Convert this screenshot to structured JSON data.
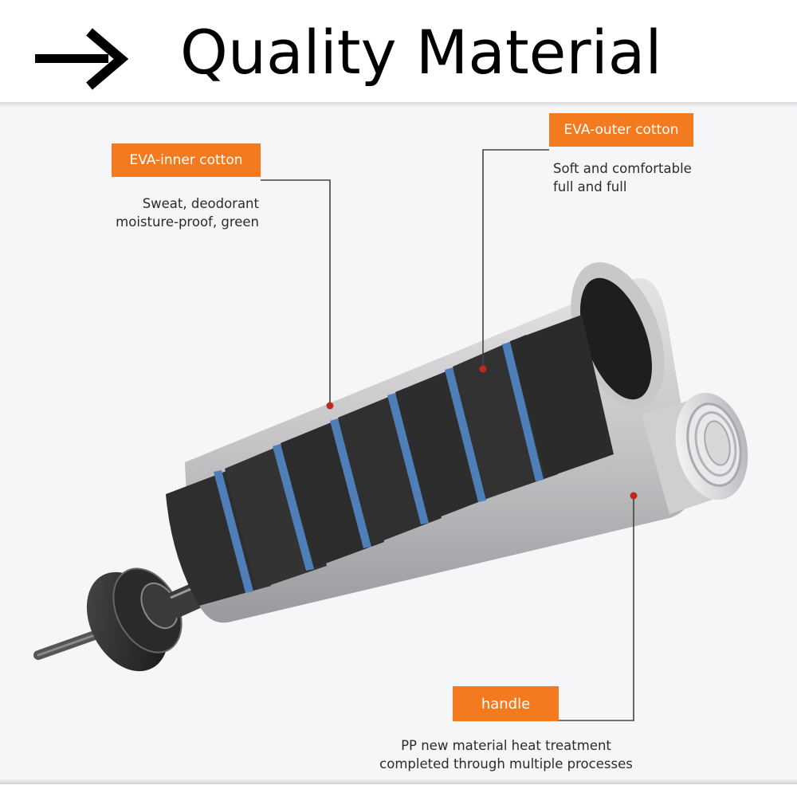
{
  "header": {
    "title": "Quality Material",
    "icon": "arrow-right-icon"
  },
  "callouts": {
    "inner": {
      "tag": "EVA-inner cotton",
      "lines": [
        "Sweat, deodorant",
        "moisture-proof, green"
      ]
    },
    "outer": {
      "tag": "EVA-outer cotton",
      "lines": [
        "Soft and comfortable",
        "full and full"
      ]
    },
    "handle": {
      "tag": "handle",
      "lines": [
        "PP new material heat treatment",
        "completed through multiple processes"
      ]
    }
  },
  "colors": {
    "tag_background": "#f47a1f",
    "marker_dot": "#c0281c",
    "foam": "#2e2e2e",
    "foam_stripe": "#4f7fb8",
    "handle_shell": "#c9c9cc"
  }
}
